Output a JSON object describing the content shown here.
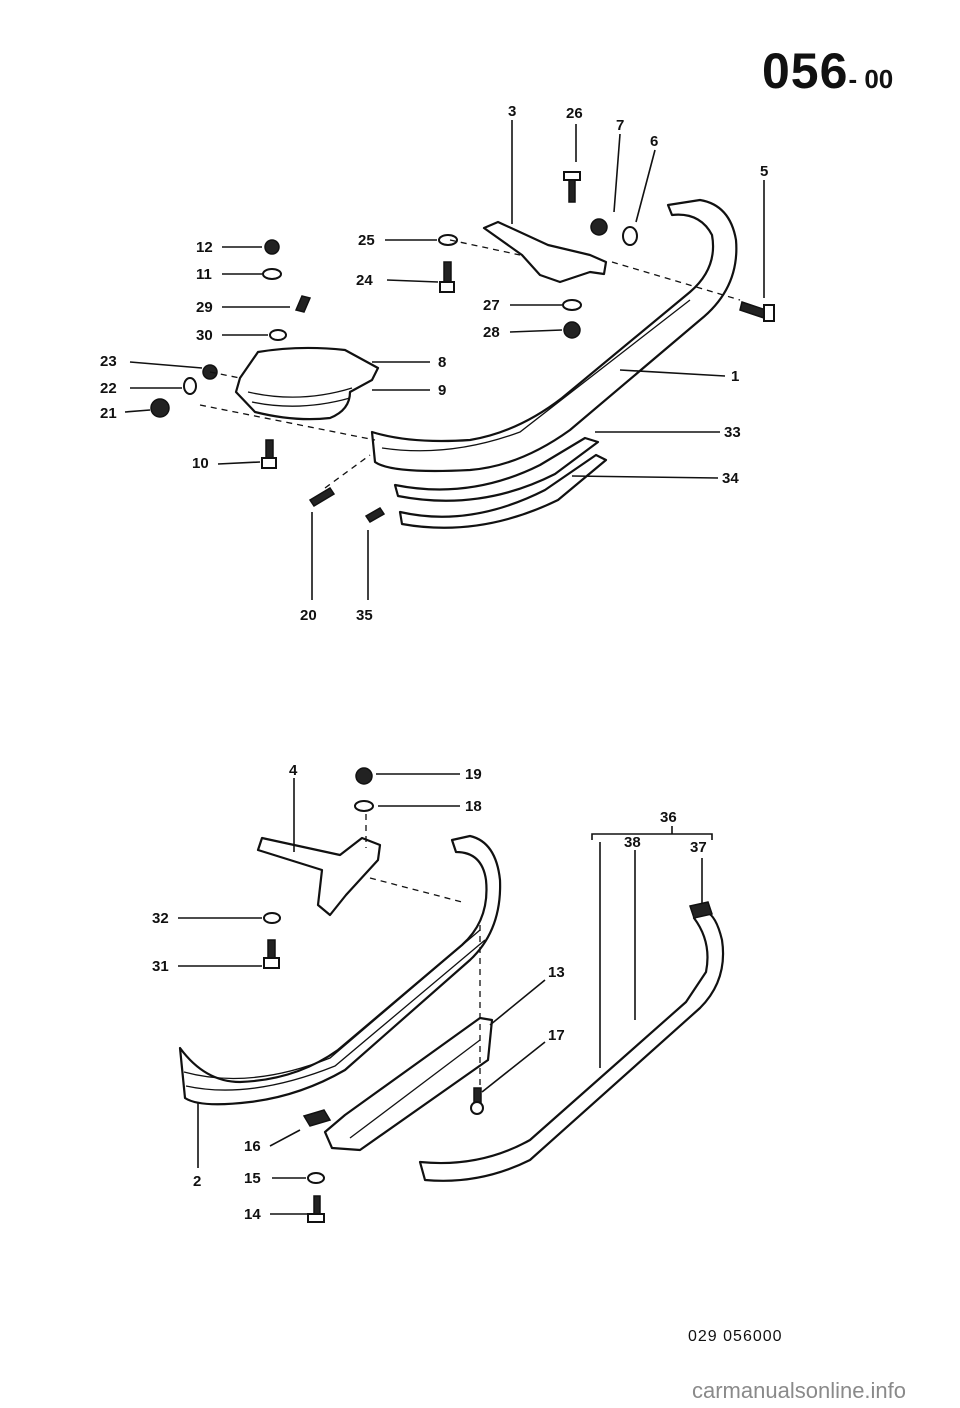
{
  "header": {
    "code_main": "056",
    "code_suffix": "- 00"
  },
  "footer": {
    "figure_ref": "029 056000"
  },
  "watermark": {
    "text": "carmanualsonline.info"
  },
  "callouts": {
    "c1": "1",
    "c2": "2",
    "c3": "3",
    "c4": "4",
    "c5": "5",
    "c6": "6",
    "c7": "7",
    "c8": "8",
    "c9": "9",
    "c10": "10",
    "c11": "11",
    "c12": "12",
    "c13": "13",
    "c14": "14",
    "c15": "15",
    "c16": "16",
    "c17": "17",
    "c18": "18",
    "c19": "19",
    "c20": "20",
    "c21": "21",
    "c22": "22",
    "c23": "23",
    "c24": "24",
    "c25": "25",
    "c26": "26",
    "c27": "27",
    "c28": "28",
    "c29": "29",
    "c30": "30",
    "c31": "31",
    "c32": "32",
    "c33": "33",
    "c34": "34",
    "c35": "35",
    "c36": "36",
    "c37": "37",
    "c38": "38"
  }
}
